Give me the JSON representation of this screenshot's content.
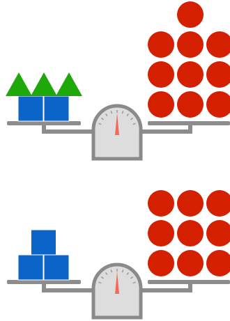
{
  "colors": {
    "circle": "#d42000",
    "square": "#0b65c9",
    "triangle": "#1fa80a",
    "pan": "#8c8c8c",
    "dial_face": "#dddddd",
    "dial_border": "#8a8a8a",
    "needle": "#f36a5a"
  },
  "scales": [
    {
      "left_pan": {
        "triangles": 3,
        "squares": 2
      },
      "right_pan": {
        "circles": 10
      },
      "balanced": true
    },
    {
      "left_pan": {
        "squares": 3
      },
      "right_pan": {
        "circles": 9
      },
      "balanced": true
    }
  ]
}
